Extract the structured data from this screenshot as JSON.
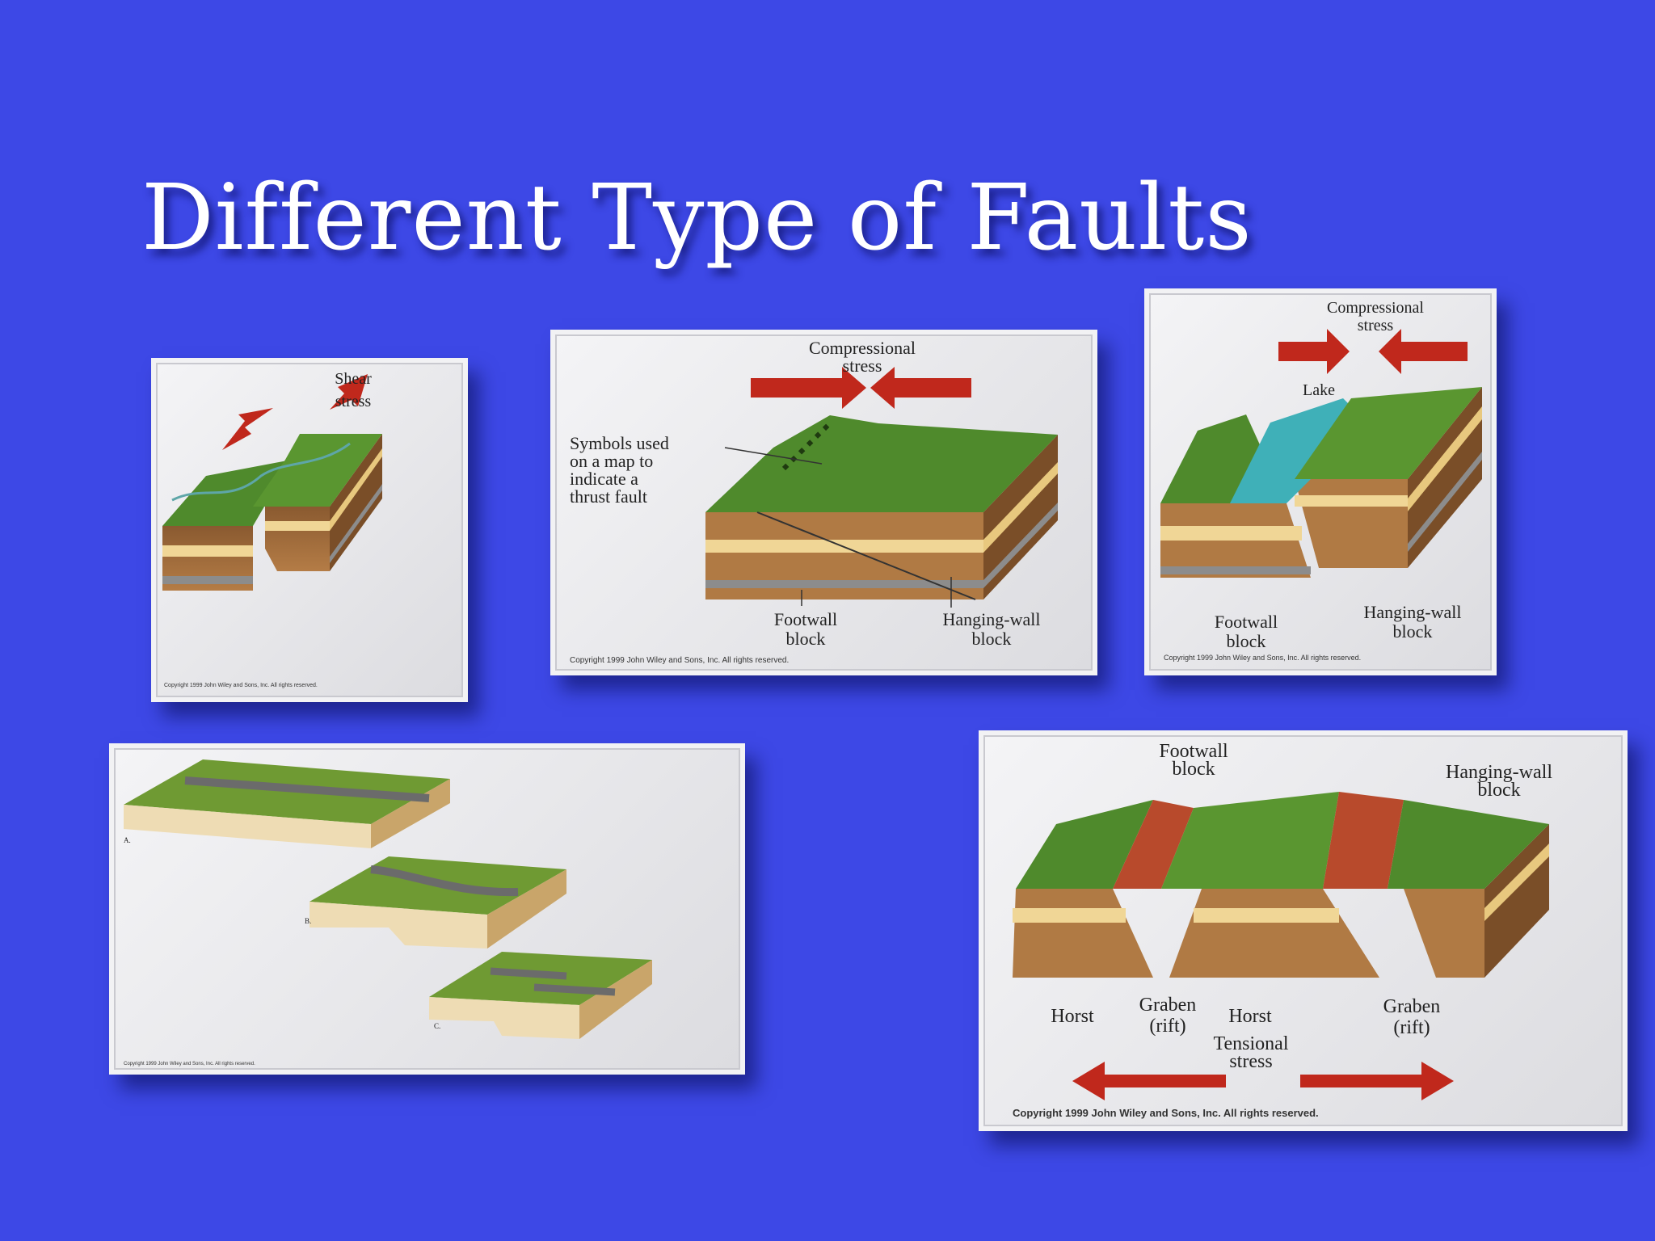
{
  "slide": {
    "title": "Different Type of Faults"
  },
  "panels": {
    "strike_slip": {
      "stress_label_1": "Shear",
      "stress_label_2": "stress",
      "copyright": "Copyright 1999 John Wiley and Sons, Inc. All rights reserved."
    },
    "thrust": {
      "stress_label_1": "Compressional",
      "stress_label_2": "stress",
      "symbols_1": "Symbols used",
      "symbols_2": "on a map to",
      "symbols_3": "indicate a",
      "symbols_4": "thrust fault",
      "footwall_1": "Footwall",
      "footwall_2": "block",
      "hanging_1": "Hanging-wall",
      "hanging_2": "block",
      "copyright": "Copyright 1999 John Wiley and Sons, Inc. All rights reserved."
    },
    "reverse": {
      "stress_label_1": "Compressional",
      "stress_label_2": "stress",
      "lake": "Lake",
      "footwall_1": "Footwall",
      "footwall_2": "block",
      "hanging_1": "Hanging-wall",
      "hanging_2": "block",
      "copyright": "Copyright 1999 John Wiley and Sons, Inc. All rights reserved."
    },
    "offset_wall": {
      "label_a": "A.",
      "label_b": "B.",
      "label_c": "C.",
      "copyright": "Copyright 1999 John Wiley and Sons, Inc. All rights reserved."
    },
    "horst_graben": {
      "footwall_1": "Footwall",
      "footwall_2": "block",
      "hanging_1": "Hanging-wall",
      "hanging_2": "block",
      "horst_left": "Horst",
      "graben_left_1": "Graben",
      "graben_left_2": "(rift)",
      "horst_right": "Horst",
      "graben_right_1": "Graben",
      "graben_right_2": "(rift)",
      "stress_1": "Tensional",
      "stress_2": "stress",
      "copyright": "Copyright 1999 John Wiley and Sons, Inc. All rights reserved."
    }
  },
  "colors": {
    "background": "#3d48e6",
    "grass": "#4f8a2c",
    "soil_dark": "#9a6a3a",
    "soil_light": "#e2c78a",
    "arrow_red": "#c0281c",
    "water": "#3fb0b8"
  }
}
